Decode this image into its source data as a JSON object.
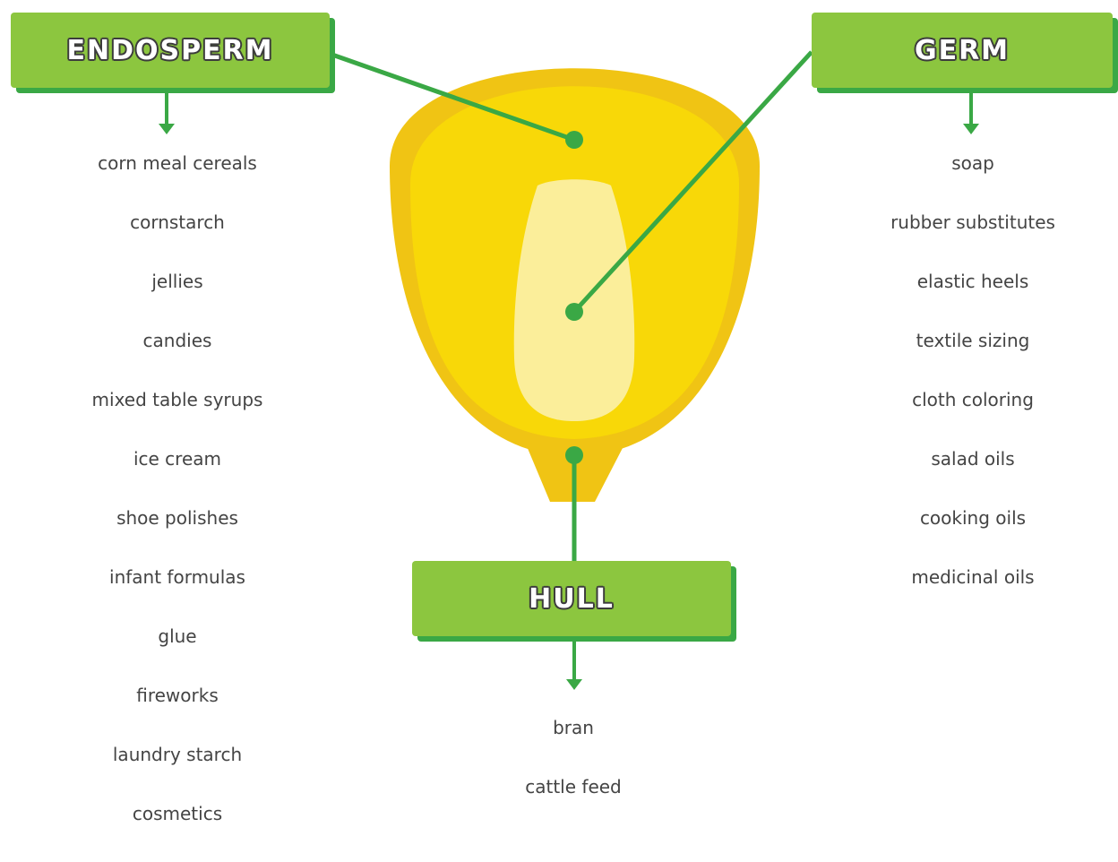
{
  "colors": {
    "box_fill": "#8cc63f",
    "box_shadow": "#3aa845",
    "connector": "#3aa845",
    "kernel_outer": "#f0c414",
    "kernel_inner": "#f8d808",
    "germ": "#fbee9a",
    "list_text": "#444444"
  },
  "endosperm": {
    "label": "ENDOSPERM",
    "products": [
      "corn meal cereals",
      "cornstarch",
      "jellies",
      "candies",
      "mixed table syrups",
      "ice cream",
      "shoe polishes",
      "infant formulas",
      "glue",
      "fireworks",
      "laundry starch",
      "cosmetics"
    ]
  },
  "germ": {
    "label": "GERM",
    "products": [
      "soap",
      "rubber substitutes",
      "elastic heels",
      "textile sizing",
      "cloth coloring",
      "salad oils",
      "cooking oils",
      "medicinal oils"
    ]
  },
  "hull": {
    "label": "HULL",
    "products": [
      "bran",
      "cattle feed"
    ]
  }
}
